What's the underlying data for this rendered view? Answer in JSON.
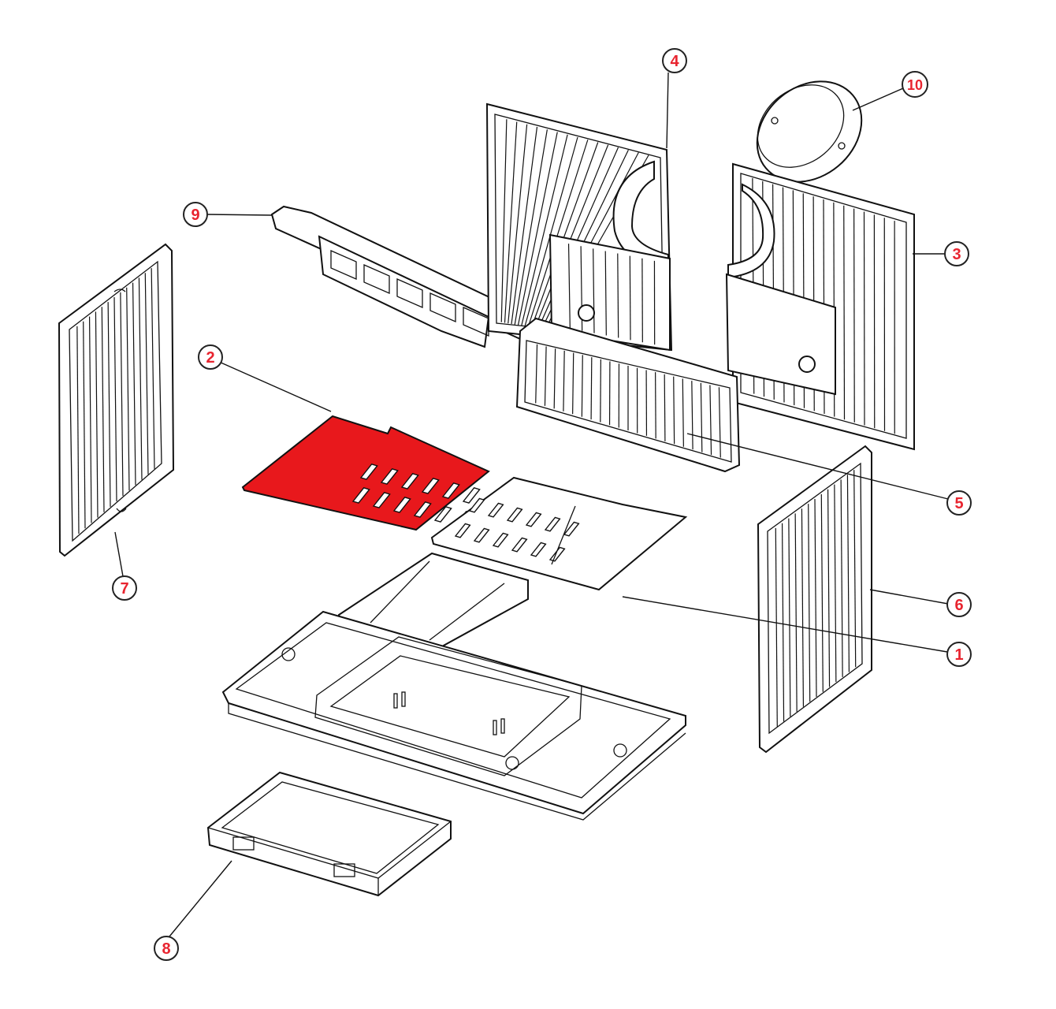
{
  "callouts": [
    {
      "id": "1",
      "label": "1",
      "part": "grate-right"
    },
    {
      "id": "2",
      "label": "2",
      "part": "grate-left"
    },
    {
      "id": "3",
      "label": "3",
      "part": "back-panel-right"
    },
    {
      "id": "4",
      "label": "4",
      "part": "back-panel-left"
    },
    {
      "id": "5",
      "label": "5",
      "part": "front-lintel"
    },
    {
      "id": "6",
      "label": "6",
      "part": "side-panel-right"
    },
    {
      "id": "7",
      "label": "7",
      "part": "side-panel-left"
    },
    {
      "id": "8",
      "label": "8",
      "part": "ash-pan"
    },
    {
      "id": "9",
      "label": "9",
      "part": "top-deflector"
    },
    {
      "id": "10",
      "label": "10",
      "part": "flue-collar-ring"
    }
  ],
  "colors": {
    "highlight": "#e8181c",
    "callout_text": "#e8242f",
    "line": "#111111"
  },
  "highlighted_part": "2"
}
